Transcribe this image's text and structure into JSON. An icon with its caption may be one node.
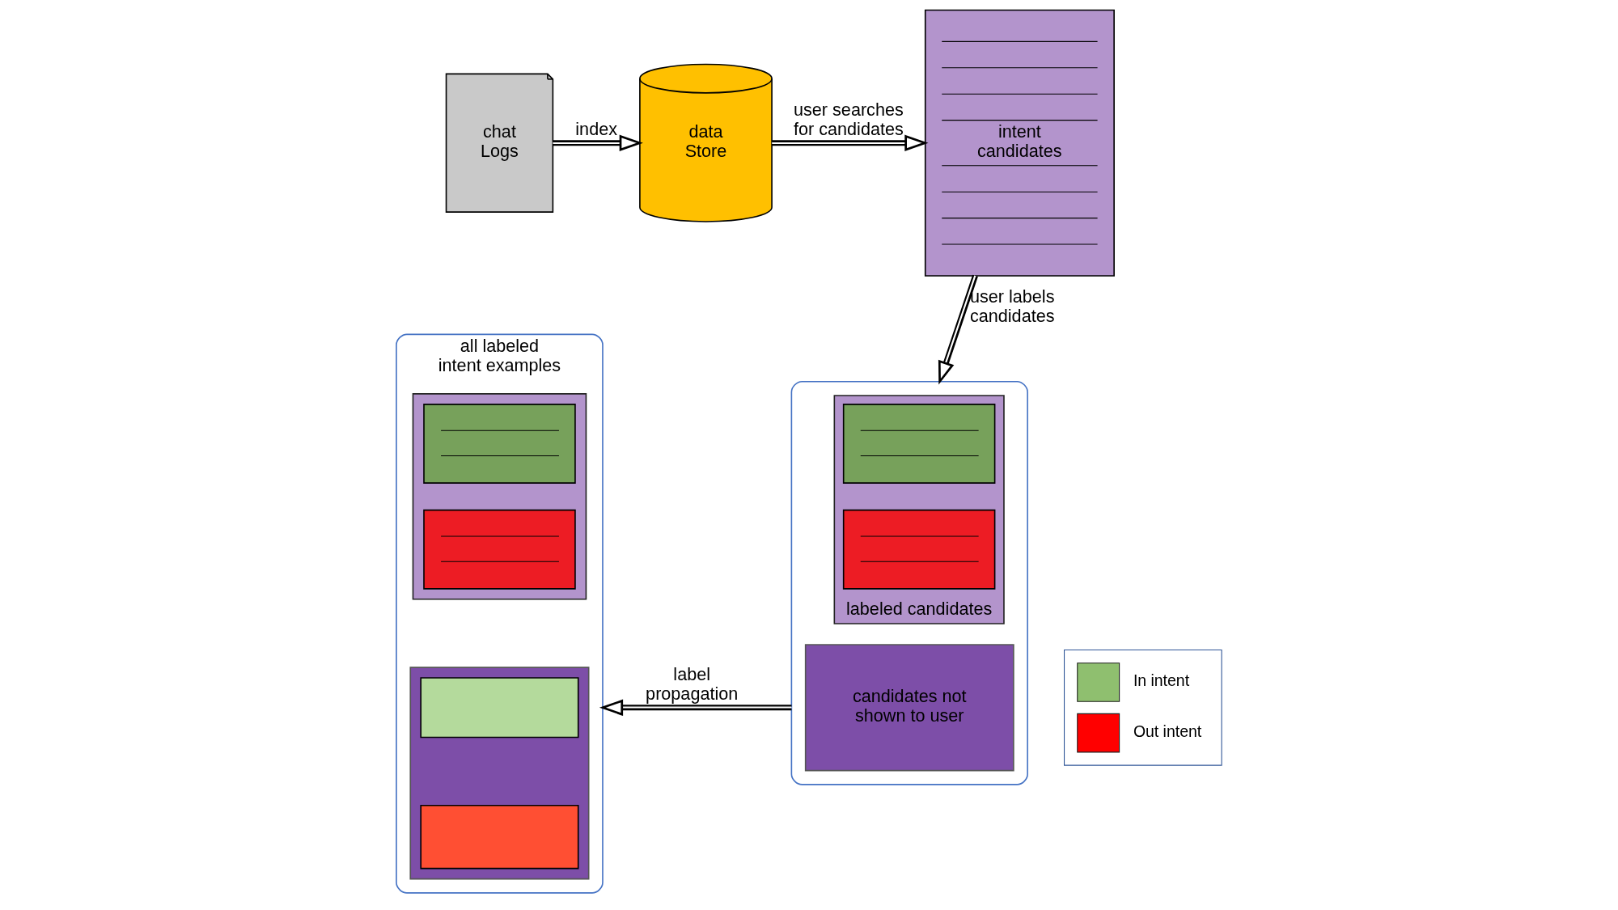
{
  "diagram": {
    "nodes": [
      {
        "text": [
          "chat Logs"
        ]
      },
      {
        "text": [
          "data Store"
        ]
      },
      {
        "text": [
          "intent candidates"
        ]
      },
      {
        "text": [
          "all labeled intent examples"
        ]
      },
      {
        "text": [],
        "shape": "box",
        "in": 3
      },
      {
        "text": [],
        "shape": "bar",
        "in": 4
      },
      {
        "text": [],
        "shape": "bar",
        "in": 4
      },
      {
        "text": [],
        "shape": "box",
        "in": 3
      },
      {
        "text": [],
        "shape": "box",
        "in": 7
      },
      {
        "text": [],
        "shape": "box",
        "in": 7
      },
      {
        "text": [],
        "shape": "box"
      },
      {
        "text": [
          "labeled candidates"
        ],
        "in": 10
      },
      {
        "text": [],
        "shape": "bar",
        "in": 11
      },
      {
        "text": [],
        "shape": "bar",
        "in": 11
      },
      {
        "text": [
          "candidates not shown to user"
        ],
        "in": 10
      }
    ],
    "edges": [
      {
        "from": 0,
        "to": 1,
        "arrow": "to",
        "label": "index"
      },
      {
        "from": 1,
        "to": 2,
        "arrow": "to",
        "label": "user searches for candidates"
      },
      {
        "from": 2,
        "to": 10,
        "arrow": "to",
        "label": "user labels candidates"
      },
      {
        "from": 10,
        "to": 3,
        "arrow": "to",
        "label": "label propagation"
      }
    ],
    "legend": [
      {
        "text": "In intent",
        "color": "#8fbf6f"
      },
      {
        "text": "Out intent",
        "color": "#ff0000"
      }
    ]
  }
}
